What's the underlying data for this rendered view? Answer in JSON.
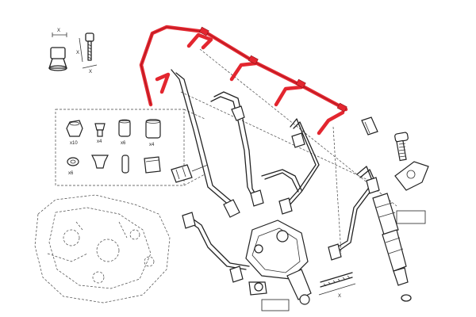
{
  "figure": {
    "accent_color": "#e3262f",
    "line_color": "#222222"
  },
  "labels": {
    "torque_x_top": "X",
    "torque_x_mid": "X",
    "torque_x_bottom": "X",
    "kit_x10": "x10",
    "kit_x4": "x4",
    "kit_x6": "x6",
    "kit_x4b": "x4",
    "kit_x6b": "x6",
    "length_x": "X"
  },
  "icons": [
    "torque-wrench-icon",
    "seal-kit-icon",
    "injector-icon",
    "high-pressure-pump-icon",
    "fuel-rail-icon"
  ]
}
